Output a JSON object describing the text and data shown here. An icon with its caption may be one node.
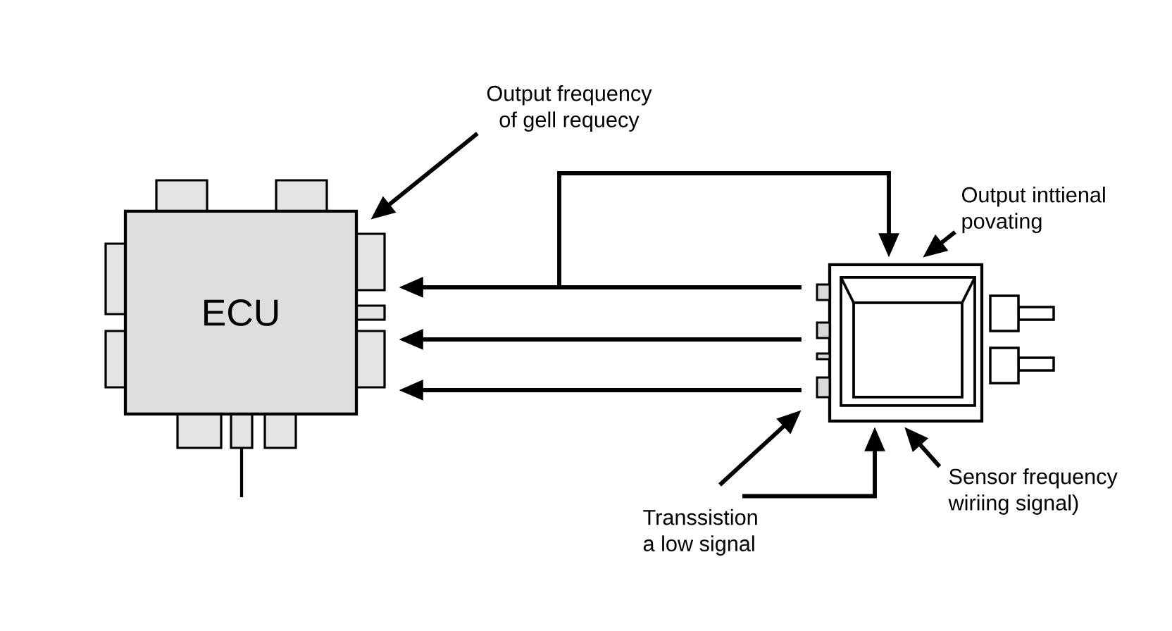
{
  "diagram": {
    "nodes": [
      {
        "text": [
          "ECU"
        ]
      },
      {
        "text": [],
        "shape": "box"
      },
      {
        "text": [
          "Output frequency of gell requecy"
        ]
      },
      {
        "text": [
          "Output inttienal povating"
        ]
      },
      {
        "text": [
          "Sensor frequency wiriing signal)"
        ]
      },
      {
        "text": [
          "Transsistion a low signal"
        ]
      }
    ],
    "edges": [
      {
        "from": 1,
        "to": 0,
        "arrow": "to"
      },
      {
        "from": 1,
        "to": 0,
        "arrow": "to"
      },
      {
        "from": 1,
        "to": 0,
        "arrow": "to"
      },
      {
        "from": null,
        "to": 1,
        "arrow": "to"
      },
      {
        "from": 2,
        "to": 0,
        "arrow": "to"
      },
      {
        "from": 3,
        "to": 1,
        "arrow": "to"
      },
      {
        "from": 4,
        "to": 1,
        "arrow": "to"
      },
      {
        "from": 5,
        "to": 1,
        "arrow": "to"
      },
      {
        "from": 5,
        "to": 1,
        "arrow": "to"
      }
    ]
  }
}
